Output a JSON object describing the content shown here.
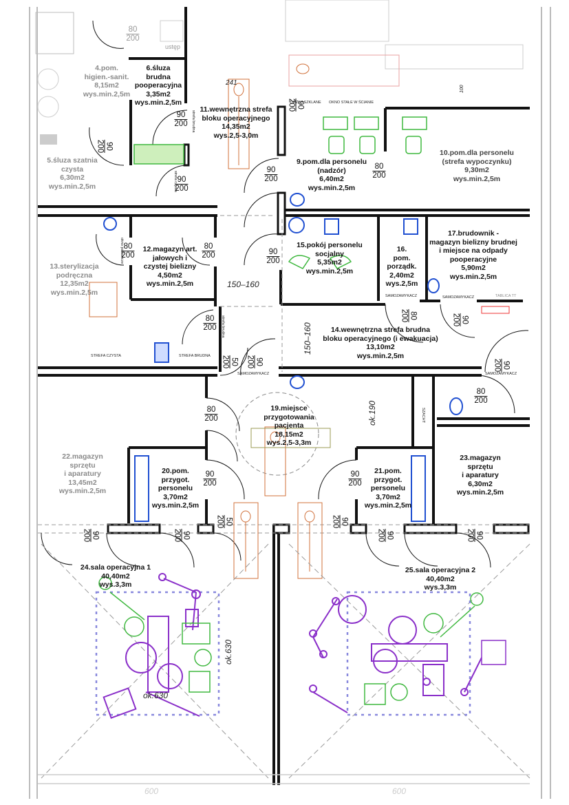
{
  "drawing": {
    "type": "architectural floor plan",
    "subject": "operating block layout",
    "colors": {
      "walls": "#111111",
      "staff_furniture": "#3fb83f",
      "patient_figures": "#d0703a",
      "surgical_equipment": "#8a2fc9",
      "sanitary_fixtures": "#1f4fd1",
      "dashed_lines": "#8888cc",
      "faded_context": "#9a9a9a"
    }
  },
  "rooms": [
    {
      "id": "4",
      "text": "4.pom.\nhigien.-sanit.\n8,15m2\nwys.min.2,5m",
      "faded": true
    },
    {
      "id": "5",
      "text": "5.śluza szatnia\nczysta\n6,30m2\nwys.min.2,5m",
      "faded": true
    },
    {
      "id": "6",
      "text": "6.śluza\nbrudna\npooperacyjna\n3,35m2\nwys.min.2,5m"
    },
    {
      "id": "9",
      "text": "9.pom.dla personelu\n(nadzór)\n6,40m2\nwys.min.2,5m"
    },
    {
      "id": "10",
      "text": "10.pom.dla personelu\n(strefa wypoczynku)\n9,30m2\nwys.min.2,5m"
    },
    {
      "id": "11",
      "text": "11.wewnętrzna strefa\nbloku operacyjnego\n14,35m2\nwys.2,5-3,0m"
    },
    {
      "id": "12",
      "text": "12.magazyn art.\njałowych i\nczystej bielizny\n4,50m2\nwys.min.2,5m"
    },
    {
      "id": "13",
      "text": "13.sterylizacja\npodręczna\n12,35m2\nwys.min.2,5m",
      "faded": true
    },
    {
      "id": "14",
      "text": "14.wewnętrzna strefa brudna\nbloku operacyjnego (i ewakuacja)\n13,10m2\nwys.min.2,5m"
    },
    {
      "id": "15",
      "text": "15.pokój personelu\nsocjalny\n5,35m2\nwys.min.2,5m"
    },
    {
      "id": "16",
      "text": "16.\npom.\nporządk.\n2,40m2\nwys.2,5m"
    },
    {
      "id": "17",
      "text": "17.brudownik -\nmagazyn bielizny brudnej\ni miejsce na odpady\npooperacyjne\n5,90m2\nwys.min.2,5m"
    },
    {
      "id": "19",
      "text": "19.miejsce\nprzygotowania\npacjenta\n18,15m2\nwys.2,5-3,3m"
    },
    {
      "id": "20",
      "text": "20.pom.\nprzygot.\npersonelu\n3,70m2\nwys.min.2,5m"
    },
    {
      "id": "21",
      "text": "21.pom.\nprzygot.\npersonelu\n3,70m2\nwys.min.2,5m"
    },
    {
      "id": "22",
      "text": "22.magazyn\nsprzętu\ni aparatury\n13,45m2\nwys.min.2,5m",
      "faded": true
    },
    {
      "id": "23",
      "text": "23.magazyn\nsprzętu\ni aparatury\n6,30m2\nwys.min.2,5m"
    },
    {
      "id": "24",
      "text": "24.sala operacyjna 1\n40,40m2\nwys.3,3m"
    },
    {
      "id": "25",
      "text": "25.sala operacyjna 2\n40,40m2\nwys.3,3m"
    }
  ],
  "labels": {
    "ustep": "ustęp",
    "drzwi_szklane": "DRZWI SZKLANE",
    "okno_stale": "OKNO STAŁE W ŚCIANIE",
    "strefa_czysta": "STREFA CZYSTA",
    "strefa_brudna": "STREFA BRUDNA",
    "samozamykacz": "SAMOZAMYKACZ",
    "tablica": "TABLICA TT",
    "szacht": "SZACHT",
    "strefa_brudna_v": "strefa brudna",
    "strefa_czysta_v": "strefa czysta",
    "okno_podawcze": "okno podawcze"
  },
  "doors": [
    {
      "w": "80",
      "h": "200",
      "faded": true
    },
    {
      "w": "90",
      "h": "200"
    },
    {
      "w": "90",
      "h": "200"
    },
    {
      "w": "90",
      "h": "200"
    },
    {
      "w": "90",
      "h": "200"
    },
    {
      "w": "80",
      "h": "200"
    },
    {
      "w": "80",
      "h": "200"
    },
    {
      "w": "80",
      "h": "200"
    },
    {
      "w": "90",
      "h": "200"
    },
    {
      "w": "80",
      "h": "200"
    },
    {
      "w": "50",
      "h": "200"
    },
    {
      "w": "90",
      "h": "200"
    },
    {
      "w": "80",
      "h": "200"
    },
    {
      "w": "90",
      "h": "200"
    },
    {
      "w": "80",
      "h": "200"
    },
    {
      "w": "90",
      "h": "200"
    },
    {
      "w": "80",
      "h": "200"
    },
    {
      "w": "90",
      "h": "200"
    },
    {
      "w": "90",
      "h": "200"
    },
    {
      "w": "50",
      "h": "200"
    },
    {
      "w": "90",
      "h": "200"
    },
    {
      "w": "90",
      "h": "200"
    },
    {
      "w": "90",
      "h": "200"
    },
    {
      "w": "90",
      "h": "200"
    },
    {
      "w": "90",
      "h": "200"
    },
    {
      "w": "90",
      "h": "200"
    }
  ],
  "dimensions": {
    "corridor_width_1": "150–160",
    "corridor_width_2": "150–160",
    "prep_depth": "ok.190",
    "or1_width": "ok.630",
    "or1_depth": "ok.630",
    "or_bottom_1": "600",
    "or_bottom_2": "600",
    "wall_note": "241",
    "top_dim": "100"
  }
}
